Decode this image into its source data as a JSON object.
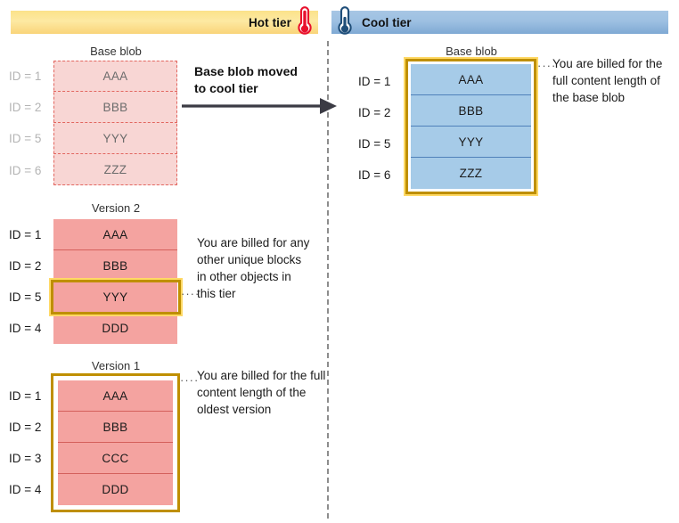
{
  "banners": {
    "hot": {
      "label": "Hot tier",
      "icon": "thermometer-hot-icon",
      "color": "#fbe28a"
    },
    "cool": {
      "label": "Cool tier",
      "icon": "thermometer-cool-icon",
      "color": "#9dc0e2"
    }
  },
  "arrow": {
    "line1": "Base blob moved",
    "line2": "to cool tier"
  },
  "hot_tier": {
    "base_blob": {
      "title": "Base blob",
      "state": "faded",
      "rows": [
        {
          "id": "ID = 1",
          "value": "AAA"
        },
        {
          "id": "ID = 2",
          "value": "BBB"
        },
        {
          "id": "ID = 5",
          "value": "YYY"
        },
        {
          "id": "ID = 6",
          "value": "ZZZ"
        }
      ]
    },
    "version2": {
      "title": "Version 2",
      "rows": [
        {
          "id": "ID = 1",
          "value": "AAA"
        },
        {
          "id": "ID = 2",
          "value": "BBB"
        },
        {
          "id": "ID = 5",
          "value": "YYY"
        },
        {
          "id": "ID = 4",
          "value": "DDD"
        }
      ],
      "highlighted_row_index": 2,
      "callout": "You are billed for any other unique blocks in other objects in this tier"
    },
    "version1": {
      "title": "Version 1",
      "rows": [
        {
          "id": "ID = 1",
          "value": "AAA"
        },
        {
          "id": "ID = 2",
          "value": "BBB"
        },
        {
          "id": "ID = 3",
          "value": "CCC"
        },
        {
          "id": "ID = 4",
          "value": "DDD"
        }
      ],
      "callout": "You are billed for the full content length of the oldest version"
    }
  },
  "cool_tier": {
    "base_blob": {
      "title": "Base blob",
      "rows": [
        {
          "id": "ID = 1",
          "value": "AAA"
        },
        {
          "id": "ID = 2",
          "value": "BBB"
        },
        {
          "id": "ID = 5",
          "value": "YYY"
        },
        {
          "id": "ID = 6",
          "value": "ZZZ"
        }
      ],
      "callout": "You are billed for the full content length of the base blob"
    }
  },
  "colors": {
    "hot_banner": "#fbe28a",
    "cool_banner": "#9dc0e2",
    "pink_block": "#f4a3a0",
    "faded_block": "#f8d6d4",
    "blue_block": "#a6cbe8",
    "gold_highlight": "#bf8f00",
    "dashed_red": "#e2665f",
    "divider": "#8d8d8d"
  }
}
